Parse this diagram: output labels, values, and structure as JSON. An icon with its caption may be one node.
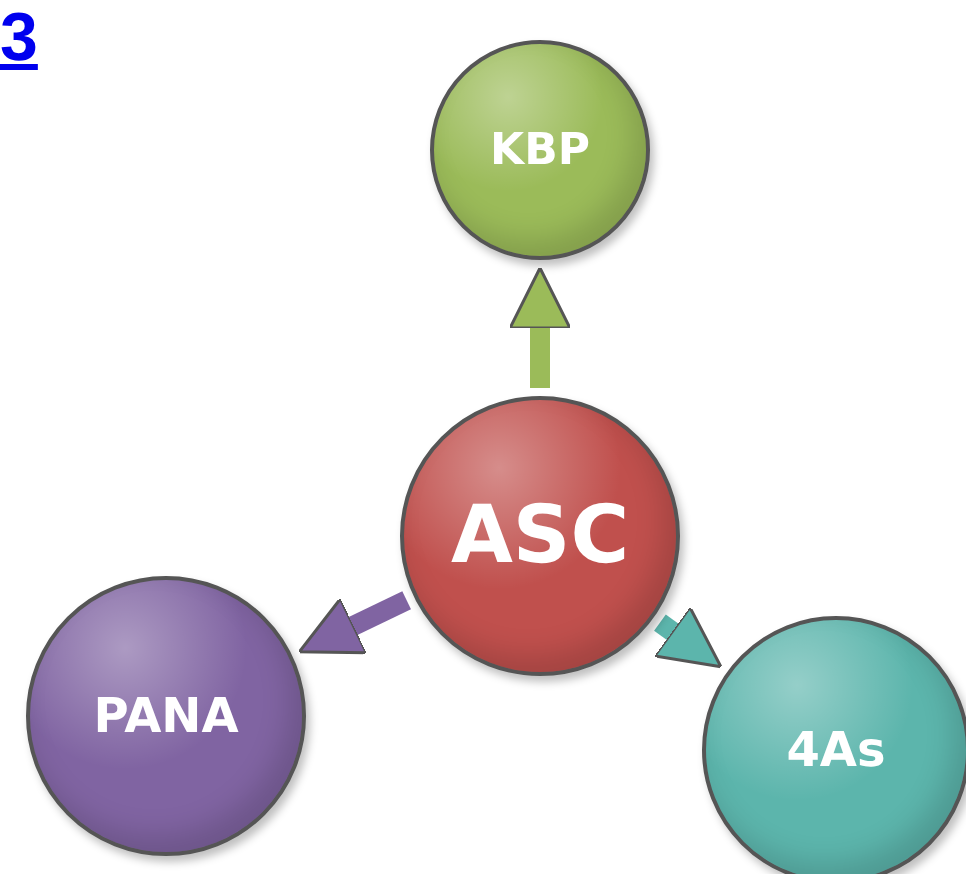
{
  "diagram": {
    "nodes": [
      {
        "text": [
          "ASC"
        ]
      },
      {
        "text": [
          "KBP"
        ]
      },
      {
        "text": [
          "PANA"
        ]
      },
      {
        "text": [
          "4As"
        ]
      }
    ],
    "edges": [
      {
        "from": 0,
        "to": 1,
        "arrow": "to",
        "color": "#9bbb59"
      },
      {
        "from": 0,
        "to": 2,
        "arrow": "to",
        "color": "#8064a2"
      },
      {
        "from": 0,
        "to": 3,
        "arrow": "to",
        "color": "#5cb5ac"
      }
    ],
    "labels": [
      "3"
    ]
  }
}
